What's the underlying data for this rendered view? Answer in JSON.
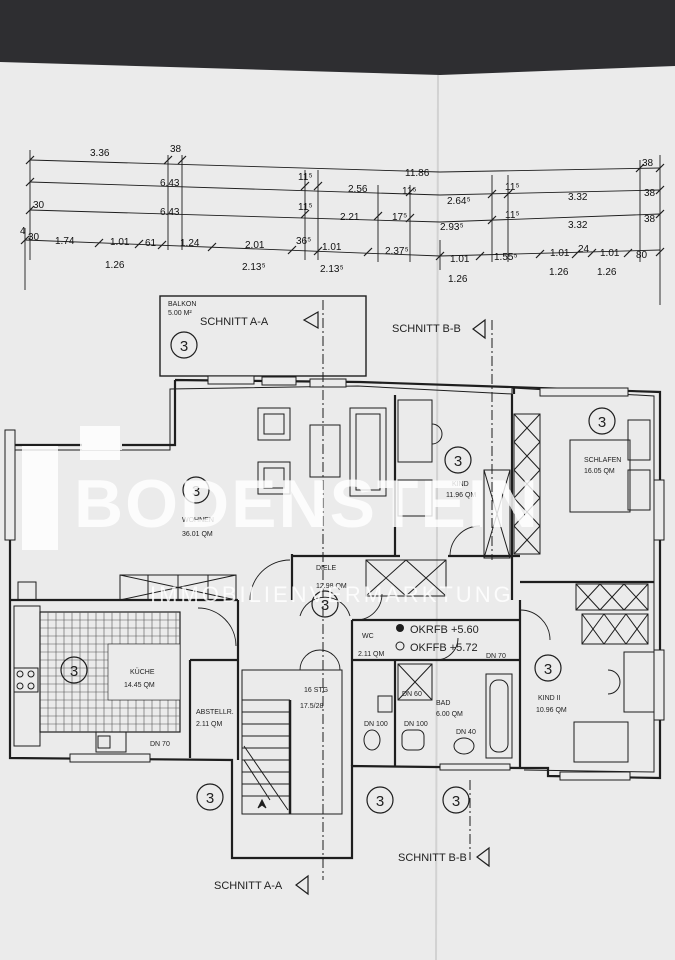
{
  "colors": {
    "paper": "#ebebeb",
    "ink": "#1e1e1e",
    "background": "#2e2e31",
    "watermark": "#ffffff"
  },
  "watermark": {
    "brand": "BODENSTEIN",
    "tagline": "IMMOBILIENVERMARKTUNG"
  },
  "dimensions": {
    "row1": [
      "3.36",
      "38",
      "11.86",
      "38"
    ],
    "row2": [
      "6.43",
      "11⁵",
      "2.56",
      "11⁵",
      "2.64⁵",
      "11⁵",
      "3.32",
      "38"
    ],
    "row3": [
      "30",
      "6.43",
      "11⁵",
      "2.21",
      "17⁵",
      "2.93⁵",
      "11⁵",
      "3.32",
      "38"
    ],
    "row4": [
      "30",
      "1.74",
      "1.01",
      "61",
      "1.24",
      "2.01",
      "36⁵",
      "1.01",
      "2.37⁵",
      "1.01",
      "1.55⁵",
      "1.01",
      "24",
      "1.01",
      "80"
    ],
    "row5": [
      "1.26",
      "2.13⁵",
      "2.13⁵",
      "1.26",
      "1.26",
      "1.26"
    ],
    "edge": "4"
  },
  "sections": {
    "aa_top": "SCHNITT A-A",
    "bb_top": "SCHNITT B-B",
    "aa_bottom": "SCHNITT A-A",
    "bb_bottom": "SCHNITT B-B"
  },
  "rooms": {
    "balkon": {
      "name": "BALKON",
      "area": "5.00 M²"
    },
    "wohnen": {
      "name": "WOHNEN",
      "area": "36.01 QM"
    },
    "kind": {
      "name": "KIND",
      "area": "11.96 QM"
    },
    "schlafen": {
      "name": "SCHLAFEN",
      "area": "16.05 QM"
    },
    "diele": {
      "name": "DIELE",
      "area": "12.98 QM"
    },
    "kueche": {
      "name": "KÜCHE",
      "area": "14.45 QM"
    },
    "abstell": {
      "name": "ABSTELLR.",
      "area": "2.11 QM"
    },
    "wc": {
      "name": "WC",
      "area": "2.11 QM"
    },
    "bad": {
      "name": "BAD",
      "area": "6.00 QM"
    },
    "kind2": {
      "name": "KIND II",
      "area": "10.96 QM"
    }
  },
  "stair": {
    "steps": "16 STG",
    "ratio": "17.5/28"
  },
  "levels": {
    "okrfb": "OKRFB +5.60",
    "okffb": "OKFFB +5.72"
  },
  "doors": {
    "dn70_a": "DN 70",
    "dn70_b": "DN 70",
    "dn100_a": "DN 100",
    "dn100_b": "DN 100",
    "dn60": "DN 60",
    "dn40": "DN 40"
  },
  "marker": "3"
}
